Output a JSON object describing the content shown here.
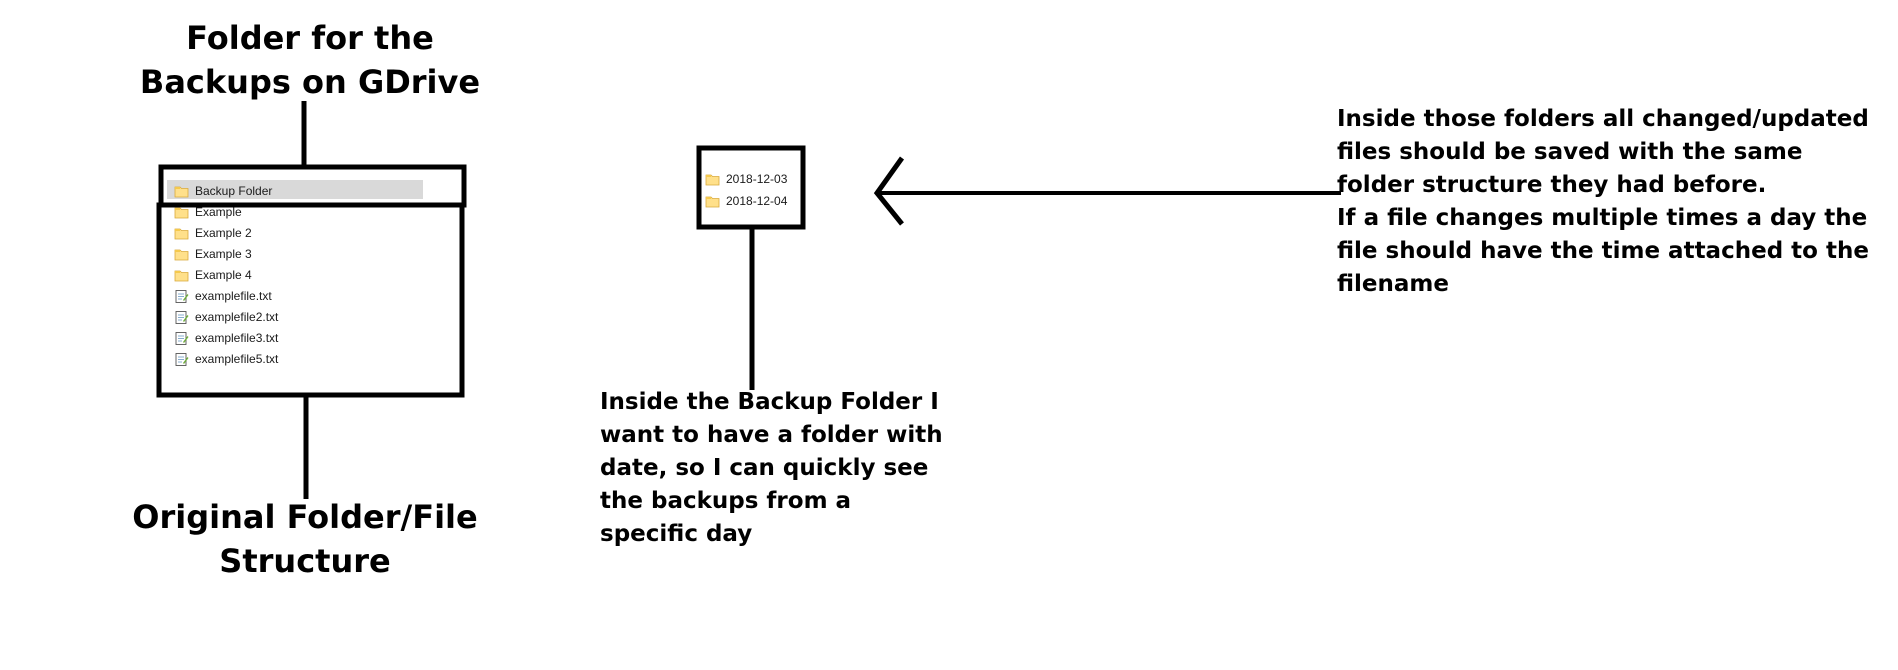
{
  "backup_heading": [
    "Folder for the",
    "Backups on GDrive"
  ],
  "original_heading": [
    "Original Folder/File",
    "Structure"
  ],
  "backup_folder": {
    "label": "Backup Folder",
    "icon": "folder-icon"
  },
  "original_items": [
    {
      "label": "Example",
      "icon": "folder-icon"
    },
    {
      "label": "Example 2",
      "icon": "folder-icon"
    },
    {
      "label": "Example 3",
      "icon": "folder-icon"
    },
    {
      "label": "Example 4",
      "icon": "folder-icon"
    },
    {
      "label": "examplefile.txt",
      "icon": "text-file-icon"
    },
    {
      "label": "examplefile2.txt",
      "icon": "text-file-icon"
    },
    {
      "label": "examplefile3.txt",
      "icon": "text-file-icon"
    },
    {
      "label": "examplefile5.txt",
      "icon": "text-file-icon"
    }
  ],
  "date_folders": [
    {
      "label": "2018-12-03",
      "icon": "folder-icon"
    },
    {
      "label": "2018-12-04",
      "icon": "folder-icon"
    }
  ],
  "date_folder_note": [
    "Inside the Backup Folder I",
    "want to have a folder with",
    "date, so I can quickly see",
    "the backups from a",
    "specific day"
  ],
  "changed_files_note": [
    "Inside those folders all changed/updated",
    "files should be saved with the same",
    "folder structure they had before.",
    "If a file changes multiple times a day the",
    "file should have the time attached to the",
    "filename"
  ],
  "colors": {
    "ink": "#000000",
    "folder_fill": "#ffe08a",
    "folder_tab": "#f5c94c",
    "selection": "#d9d9d9"
  }
}
